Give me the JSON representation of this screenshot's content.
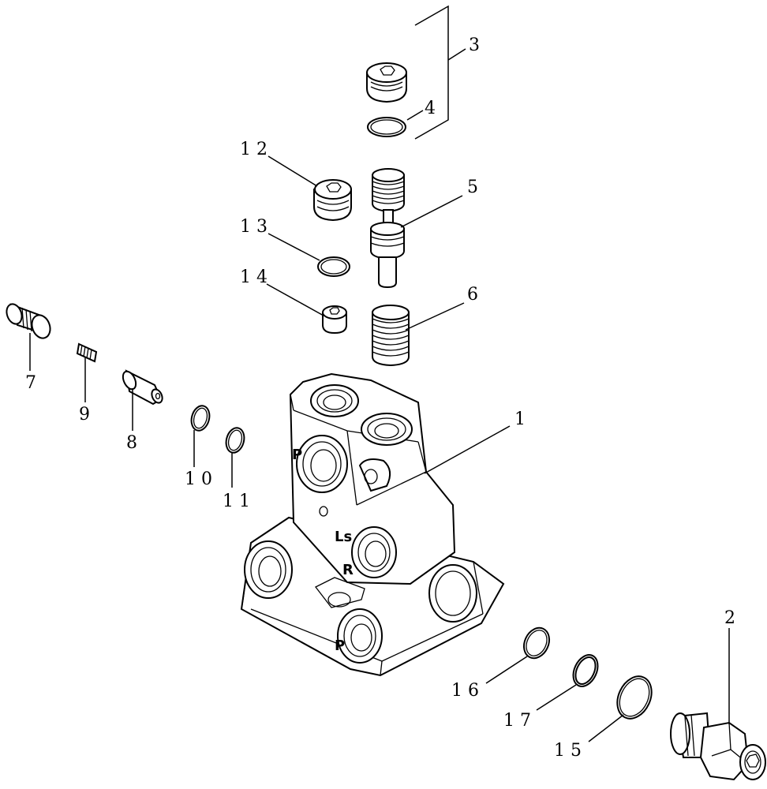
{
  "diagram": {
    "callouts": [
      {
        "id": "c1",
        "label": "1"
      },
      {
        "id": "c2",
        "label": "2"
      },
      {
        "id": "c3",
        "label": "3"
      },
      {
        "id": "c4",
        "label": "4"
      },
      {
        "id": "c5",
        "label": "5"
      },
      {
        "id": "c6",
        "label": "6"
      },
      {
        "id": "c7",
        "label": "7"
      },
      {
        "id": "c8",
        "label": "8"
      },
      {
        "id": "c9",
        "label": "9"
      },
      {
        "id": "c10",
        "label": "1 0"
      },
      {
        "id": "c11",
        "label": "1 1"
      },
      {
        "id": "c12",
        "label": "1 2"
      },
      {
        "id": "c13",
        "label": "1 3"
      },
      {
        "id": "c14",
        "label": "1 4"
      },
      {
        "id": "c15",
        "label": "1 5"
      },
      {
        "id": "c16",
        "label": "1 6"
      },
      {
        "id": "c17",
        "label": "1 7"
      }
    ],
    "port_labels": {
      "ls": "Ls",
      "r": "R",
      "p": "P"
    }
  }
}
